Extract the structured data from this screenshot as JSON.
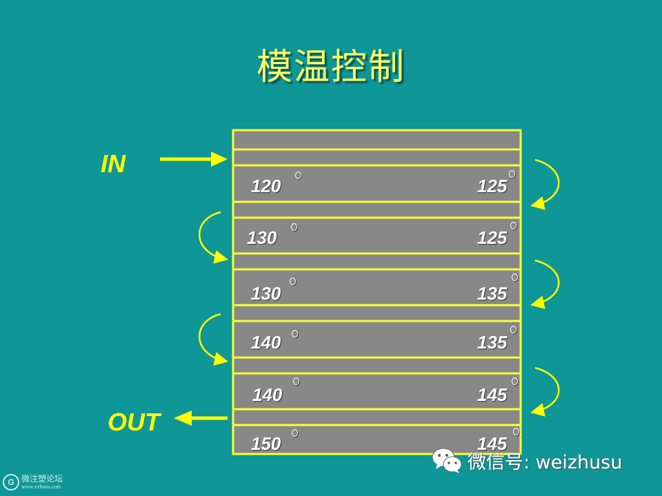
{
  "title": "模温控制",
  "in_label": "IN",
  "out_label": "OUT",
  "temperatures": {
    "left": [
      "120",
      "130",
      "130",
      "140",
      "140",
      "150"
    ],
    "right": [
      "125",
      "125",
      "135",
      "135",
      "145",
      "145"
    ]
  },
  "colors": {
    "background": "#0f9696",
    "plate": "#888888",
    "lines": "#ffff33",
    "flow_arrows": "#ffff00",
    "title": "#ffff66"
  },
  "footer": {
    "logo_text": "微注塑论坛",
    "logo_url": "www.vzhusu.com",
    "wechat": "微信号: weizhusu"
  }
}
